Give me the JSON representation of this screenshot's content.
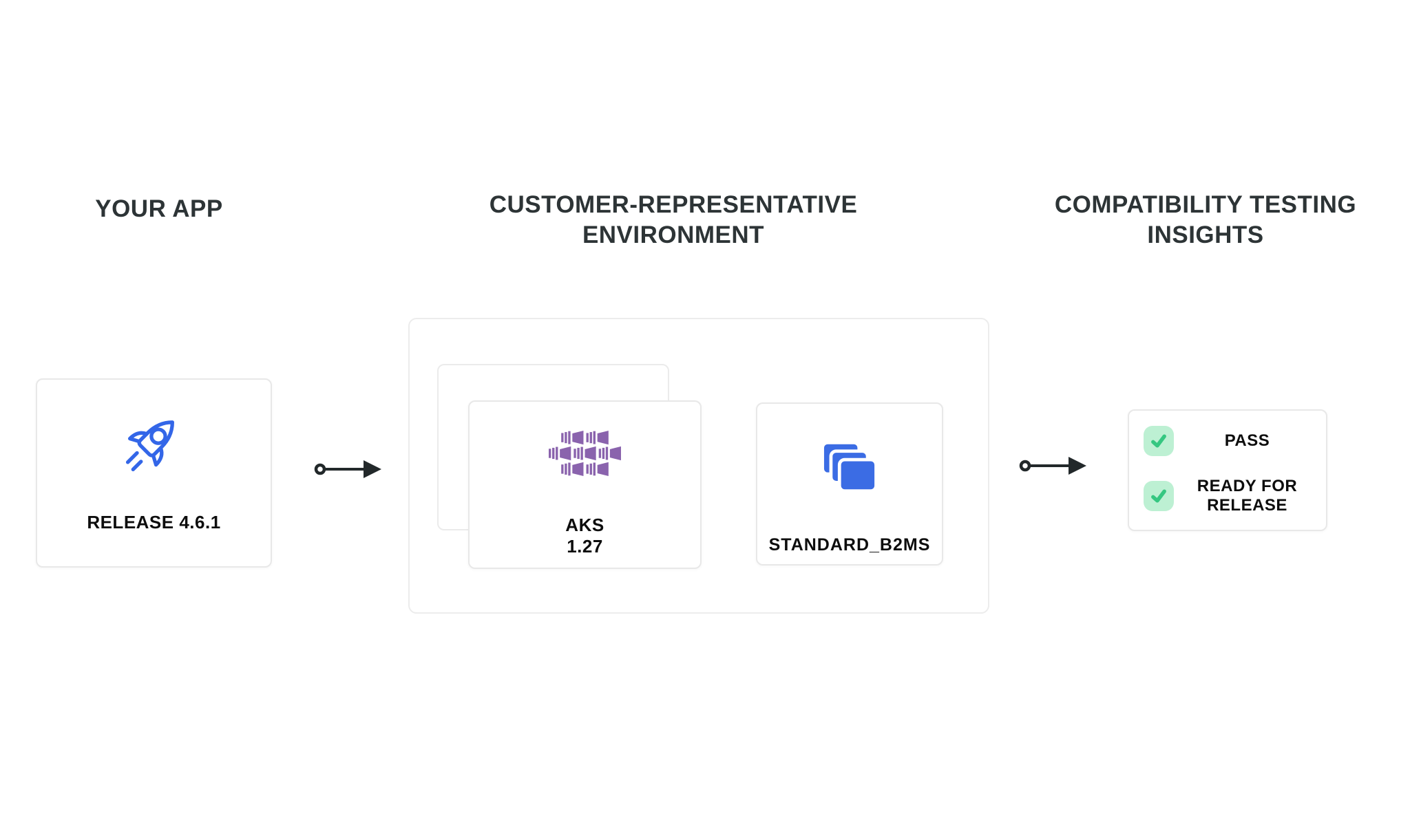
{
  "sections": {
    "your_app": {
      "heading": "YOUR APP",
      "release_card": {
        "icon": "rocket-icon",
        "label": "RELEASE 4.6.1"
      }
    },
    "environment": {
      "heading_line1": "CUSTOMER-REPRESENTATIVE",
      "heading_line2": "ENVIRONMENT",
      "aks_card": {
        "icon": "aks-containers-icon",
        "name": "AKS",
        "version": "1.27"
      },
      "vm_card": {
        "icon": "stacked-vm-icon",
        "label": "STANDARD_B2MS"
      }
    },
    "insights": {
      "heading_line1": "COMPATIBILITY TESTING",
      "heading_line2": "INSIGHTS",
      "results": [
        {
          "icon": "check-icon",
          "label": "PASS"
        },
        {
          "icon": "check-icon",
          "label": "READY FOR RELEASE"
        }
      ]
    }
  },
  "colors": {
    "heading": "#2d3436",
    "label": "#0d0d0d",
    "accent_blue": "#3366e8",
    "vm_blue": "#3b6ce4",
    "aks_purple": "#8a63ad",
    "check_green": "#35c781",
    "check_bg": "#bdf0d3",
    "card_border": "#e8e8e8",
    "container_border": "#ececec",
    "arrow": "#22282a"
  }
}
